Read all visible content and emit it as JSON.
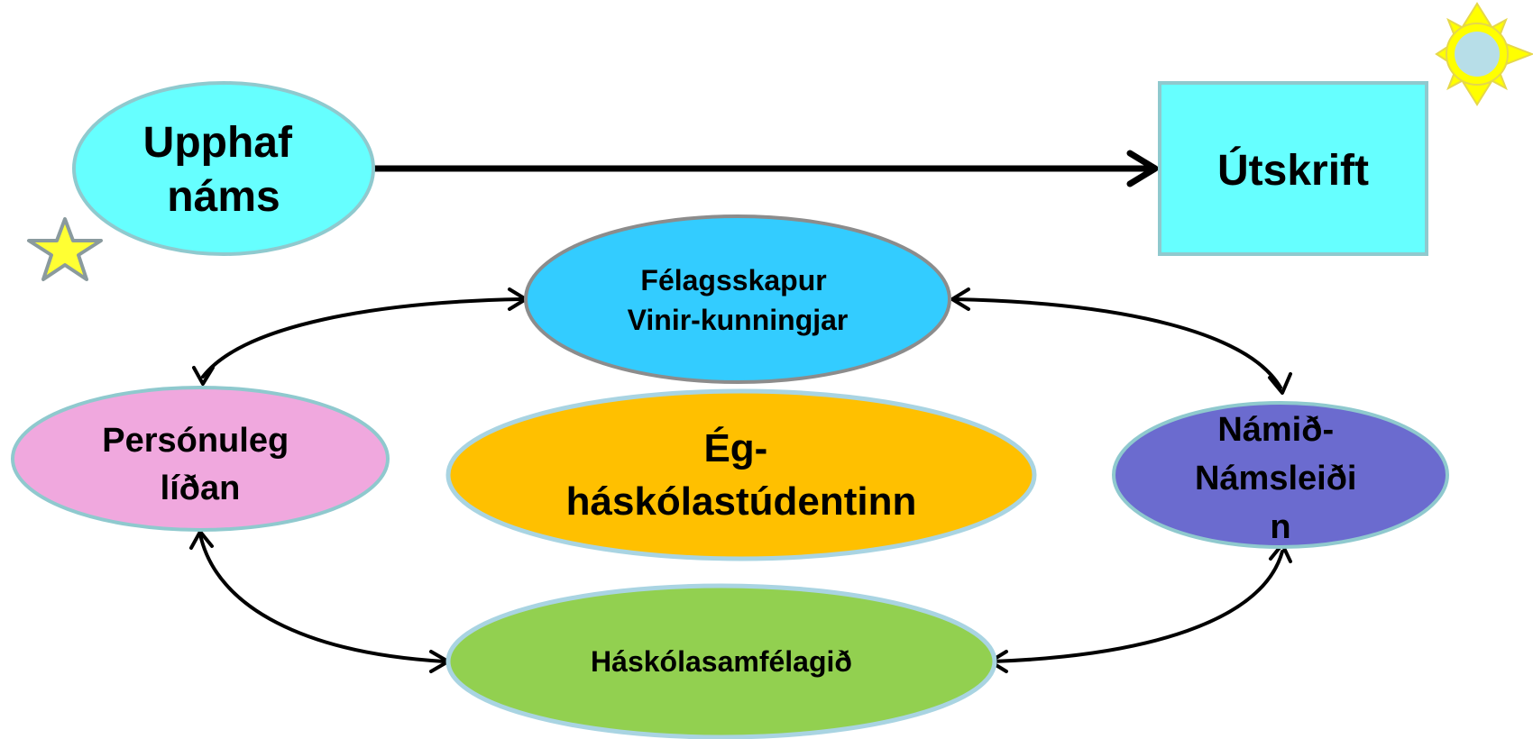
{
  "nodes": {
    "start": {
      "lines": [
        "Upphaf",
        "náms"
      ],
      "fill": "#66FFFF",
      "stroke": "#8FC9CE"
    },
    "graduation": {
      "lines": [
        "Útskrift"
      ],
      "fill": "#66FFFF",
      "stroke": "#8FC9CE"
    },
    "social": {
      "lines": [
        "Félagsskapur",
        "Vinir-kunningjar"
      ],
      "fill": "#33CCFF",
      "stroke": "#8C8C8C"
    },
    "self": {
      "lines": [
        "Ég-",
        "háskólastúdentinn"
      ],
      "fill": "#FFC000",
      "stroke": "#A9D4E2"
    },
    "wellbeing": {
      "lines": [
        "Persónuleg",
        "líðan"
      ],
      "fill": "#F0A8DE",
      "stroke": "#8FC9CE"
    },
    "studies": {
      "lines": [
        "Námið-",
        "Námsleiði",
        "n"
      ],
      "fill": "#6B6BCF",
      "stroke": "#8FC9CE"
    },
    "community": {
      "lines": [
        "Háskólasamfélagið"
      ],
      "fill": "#92D050",
      "stroke": "#A9D4E2"
    }
  },
  "decorations": {
    "star_icon": {
      "fill": "#FFFF33",
      "stroke": "#8A9A9E"
    },
    "sun_icon": {
      "ray_fill": "#FFFF00",
      "ray_stroke": "#E6D84A",
      "center_fill": "#B7DEE8"
    }
  },
  "connector_color": "#000000"
}
